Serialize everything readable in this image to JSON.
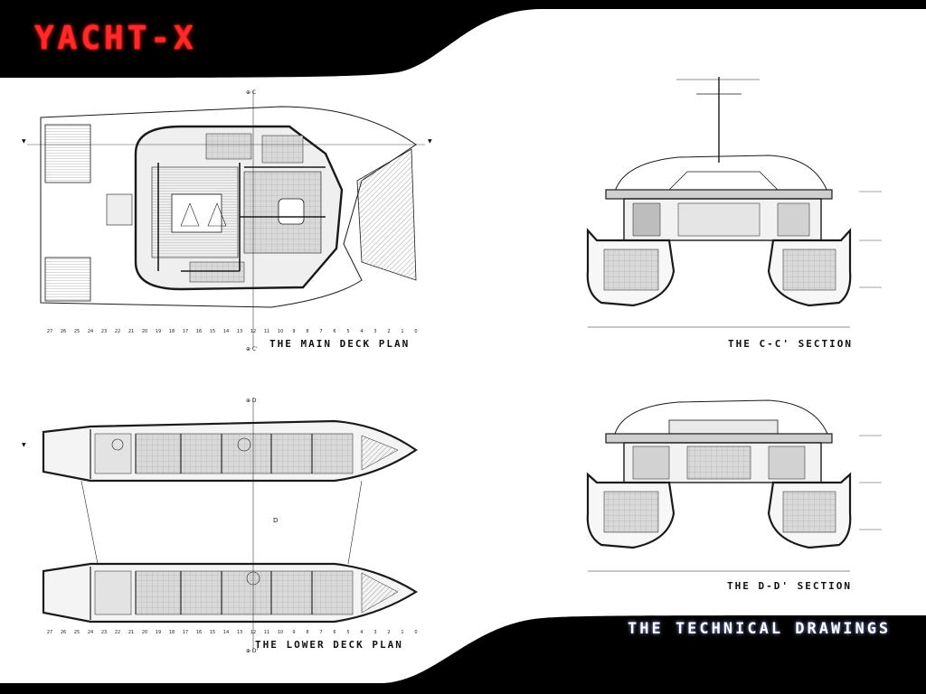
{
  "header": {
    "brand": "YACHT-X"
  },
  "footer": {
    "title": "THE TECHNICAL DRAWINGS"
  },
  "views": {
    "main_deck": {
      "caption": "THE MAIN DECK PLAN"
    },
    "lower_deck": {
      "caption": "THE LOWER DECK PLAN",
      "center_label": "D"
    },
    "section_cc": {
      "caption": "THE C-C' SECTION"
    },
    "section_dd": {
      "caption": "THE D-D' SECTION"
    }
  },
  "frames": [
    "27",
    "26",
    "25",
    "24",
    "23",
    "22",
    "21",
    "20",
    "19",
    "18",
    "17",
    "16",
    "15",
    "14",
    "13",
    "12",
    "11",
    "10",
    "9",
    "8",
    "7",
    "6",
    "5",
    "4",
    "3",
    "2",
    "1",
    "0"
  ],
  "colors": {
    "accent": "#ff2a2a",
    "banner": "#000000",
    "line": "#1a1a1a",
    "hatch": "#9a9a9a",
    "floor": "#cfcfcf"
  }
}
